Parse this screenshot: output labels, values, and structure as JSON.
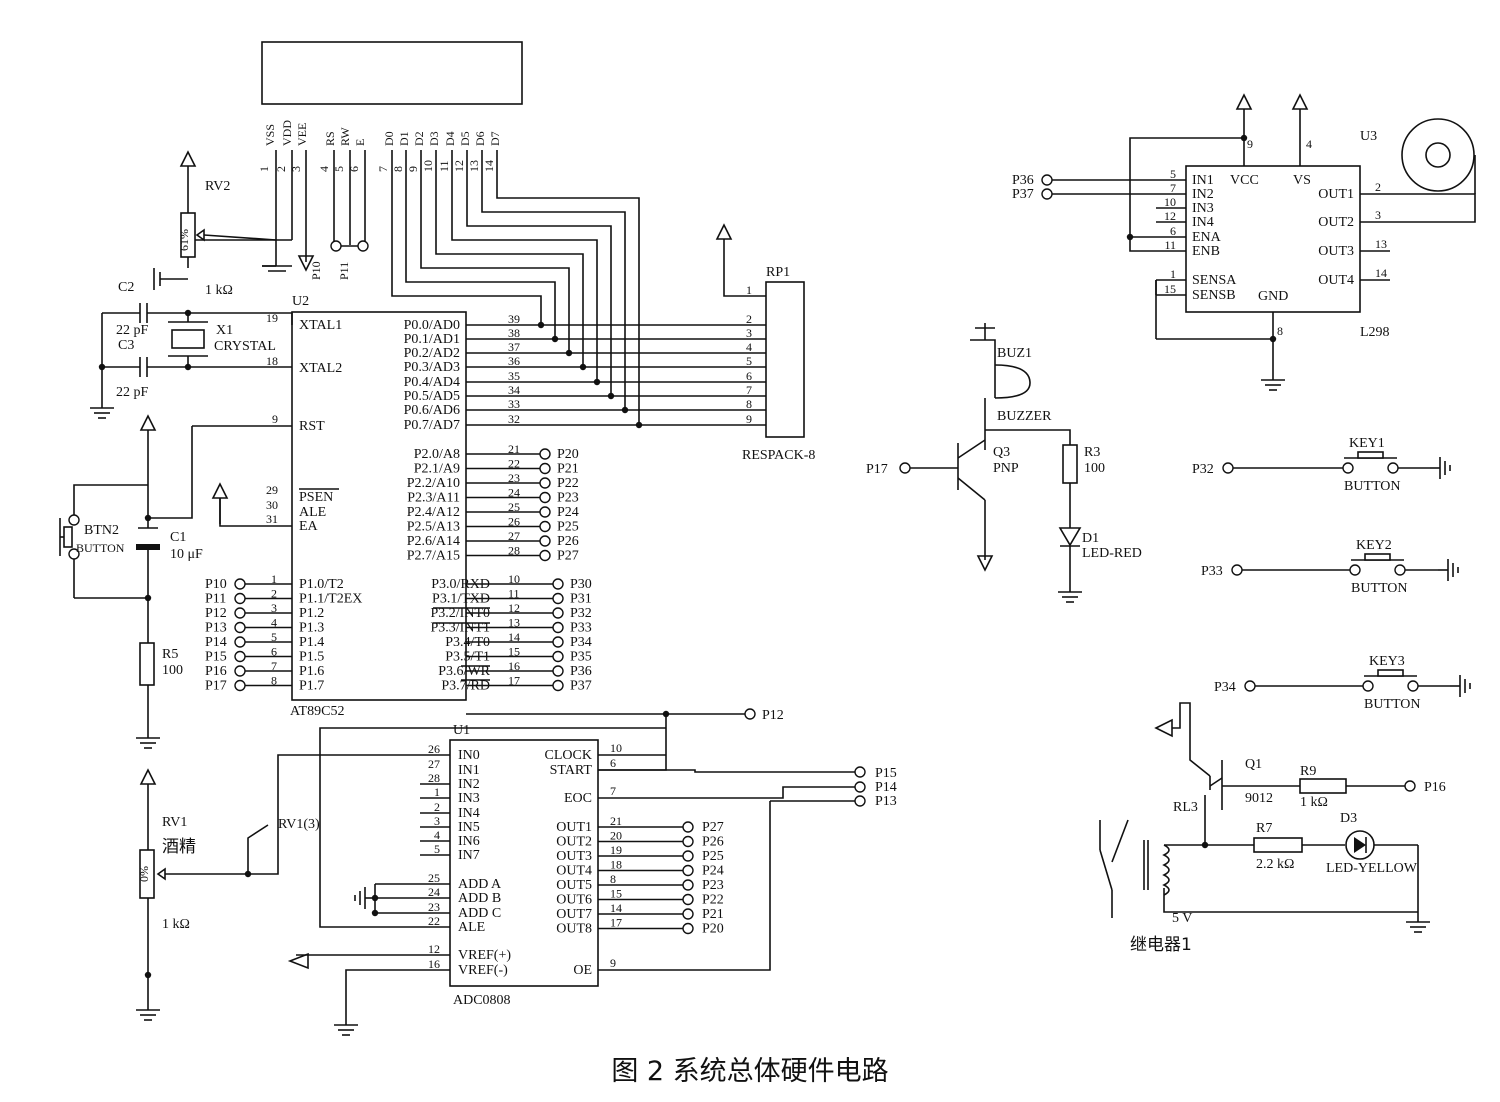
{
  "caption": "图 2    系统总体硬件电路",
  "lcd": {
    "pins_top": [
      "VSS",
      "VDD",
      "VEE",
      "RS",
      "RW",
      "E",
      "D0",
      "D1",
      "D2",
      "D3",
      "D4",
      "D5",
      "D6",
      "D7"
    ],
    "pin_nums": [
      "1",
      "2",
      "3",
      "4",
      "5",
      "6",
      "7",
      "8",
      "9",
      "10",
      "11",
      "12",
      "13",
      "14"
    ]
  },
  "mcu": {
    "ref": "U2",
    "part": "AT89C52",
    "left_pins": [
      {
        "num": "19",
        "name": "XTAL1"
      },
      {
        "num": "18",
        "name": "XTAL2"
      },
      {
        "num": "9",
        "name": "RST"
      },
      {
        "num": "29",
        "name": "PSEN"
      },
      {
        "num": "30",
        "name": "ALE"
      },
      {
        "num": "31",
        "name": "EA"
      }
    ],
    "p1": [
      {
        "net": "P10",
        "num": "1",
        "name": "P1.0/T2"
      },
      {
        "net": "P11",
        "num": "2",
        "name": "P1.1/T2EX"
      },
      {
        "net": "P12",
        "num": "3",
        "name": "P1.2"
      },
      {
        "net": "P13",
        "num": "4",
        "name": "P1.3"
      },
      {
        "net": "P14",
        "num": "5",
        "name": "P1.4"
      },
      {
        "net": "P15",
        "num": "6",
        "name": "P1.5"
      },
      {
        "net": "P16",
        "num": "7",
        "name": "P1.6"
      },
      {
        "net": "P17",
        "num": "8",
        "name": "P1.7"
      }
    ],
    "p0": [
      {
        "num": "39",
        "name": "P0.0/AD0"
      },
      {
        "num": "38",
        "name": "P0.1/AD1"
      },
      {
        "num": "37",
        "name": "P0.2/AD2"
      },
      {
        "num": "36",
        "name": "P0.3/AD3"
      },
      {
        "num": "35",
        "name": "P0.4/AD4"
      },
      {
        "num": "34",
        "name": "P0.5/AD5"
      },
      {
        "num": "33",
        "name": "P0.6/AD6"
      },
      {
        "num": "32",
        "name": "P0.7/AD7"
      }
    ],
    "p2": [
      {
        "num": "21",
        "name": "P2.0/A8",
        "net": "P20"
      },
      {
        "num": "22",
        "name": "P2.1/A9",
        "net": "P21"
      },
      {
        "num": "23",
        "name": "P2.2/A10",
        "net": "P22"
      },
      {
        "num": "24",
        "name": "P2.3/A11",
        "net": "P23"
      },
      {
        "num": "25",
        "name": "P2.4/A12",
        "net": "P24"
      },
      {
        "num": "26",
        "name": "P2.5/A13",
        "net": "P25"
      },
      {
        "num": "27",
        "name": "P2.6/A14",
        "net": "P26"
      },
      {
        "num": "28",
        "name": "P2.7/A15",
        "net": "P27"
      }
    ],
    "p3": [
      {
        "num": "10",
        "name": "P3.0/RXD",
        "net": "P30"
      },
      {
        "num": "11",
        "name": "P3.1/TXD",
        "net": "P31"
      },
      {
        "num": "12",
        "name": "P3.2/INT0",
        "net": "P32"
      },
      {
        "num": "13",
        "name": "P3.3/INT1",
        "net": "P33"
      },
      {
        "num": "14",
        "name": "P3.4/T0",
        "net": "P34"
      },
      {
        "num": "15",
        "name": "P3.5/T1",
        "net": "P35"
      },
      {
        "num": "16",
        "name": "P3.6/WR",
        "net": "P36"
      },
      {
        "num": "17",
        "name": "P3.7/RD",
        "net": "P37"
      }
    ]
  },
  "left_parts": {
    "rv2": "RV2",
    "rv2_val": "1 kΩ",
    "rv2_pct": "61%",
    "c2": "C2",
    "c2_val": "22 pF",
    "c3": "C3",
    "c3_val": "22 pF",
    "x1": "X1",
    "x1_val": "CRYSTAL",
    "btn2": "BTN2",
    "btn2_val": "BUTTON",
    "c1": "C1",
    "c1_val": "10 μF",
    "r5": "R5",
    "r5_val": "100",
    "rv1": "RV1",
    "rv1_val": "酒精",
    "rv1_ohm": "1 kΩ",
    "rv1_pct": "0%",
    "rv1_tap": "RV1(3)"
  },
  "rp1": {
    "ref": "RP1",
    "part": "RESPACK-8",
    "pins": [
      "1",
      "2",
      "3",
      "4",
      "5",
      "6",
      "7",
      "8",
      "9"
    ]
  },
  "adc": {
    "ref": "U1",
    "part": "ADC0808",
    "left": [
      {
        "num": "26",
        "name": "IN0"
      },
      {
        "num": "27",
        "name": "IN1"
      },
      {
        "num": "28",
        "name": "IN2"
      },
      {
        "num": "1",
        "name": "IN3"
      },
      {
        "num": "2",
        "name": "IN4"
      },
      {
        "num": "3",
        "name": "IN5"
      },
      {
        "num": "4",
        "name": "IN6"
      },
      {
        "num": "5",
        "name": "IN7"
      },
      {
        "num": "25",
        "name": "ADD A"
      },
      {
        "num": "24",
        "name": "ADD B"
      },
      {
        "num": "23",
        "name": "ADD C"
      },
      {
        "num": "22",
        "name": "ALE"
      },
      {
        "num": "12",
        "name": "VREF(+)"
      },
      {
        "num": "16",
        "name": "VREF(-)"
      }
    ],
    "right_top": [
      {
        "num": "10",
        "name": "CLOCK"
      },
      {
        "num": "6",
        "name": "START"
      },
      {
        "num": "7",
        "name": "EOC"
      }
    ],
    "outs": [
      {
        "num": "21",
        "name": "OUT1",
        "net": "P27"
      },
      {
        "num": "20",
        "name": "OUT2",
        "net": "P26"
      },
      {
        "num": "19",
        "name": "OUT3",
        "net": "P25"
      },
      {
        "num": "18",
        "name": "OUT4",
        "net": "P24"
      },
      {
        "num": "8",
        "name": "OUT5",
        "net": "P23"
      },
      {
        "num": "15",
        "name": "OUT6",
        "net": "P22"
      },
      {
        "num": "14",
        "name": "OUT7",
        "net": "P21"
      },
      {
        "num": "17",
        "name": "OUT8",
        "net": "P20"
      }
    ],
    "oe": {
      "num": "9",
      "name": "OE"
    },
    "nets": {
      "p12": "P12",
      "p15": "P15",
      "p14": "P14",
      "p13": "P13"
    }
  },
  "driver": {
    "ref": "U3",
    "part": "L298",
    "left": [
      {
        "num": "5",
        "name": "IN1",
        "net": "P36"
      },
      {
        "num": "7",
        "name": "IN2",
        "net": "P37"
      },
      {
        "num": "10",
        "name": "IN3"
      },
      {
        "num": "12",
        "name": "IN4"
      },
      {
        "num": "6",
        "name": "ENA"
      },
      {
        "num": "11",
        "name": "ENB"
      },
      {
        "num": "1",
        "name": "SENSA"
      },
      {
        "num": "15",
        "name": "SENSB"
      }
    ],
    "right": [
      {
        "num": "2",
        "name": "OUT1"
      },
      {
        "num": "3",
        "name": "OUT2"
      },
      {
        "num": "13",
        "name": "OUT3"
      },
      {
        "num": "14",
        "name": "OUT4"
      }
    ],
    "vcc": "VCC",
    "vcc_num": "9",
    "vs": "VS",
    "vs_num": "4",
    "gnd": "GND",
    "gnd_num": "8"
  },
  "buzzer": {
    "ref": "BUZ1",
    "part": "BUZZER",
    "q3": "Q3",
    "q3_val": "PNP",
    "net": "P17",
    "r3": "R3",
    "r3_val": "100",
    "d1": "D1",
    "d1_val": "LED-RED"
  },
  "keys": [
    {
      "ref": "KEY1",
      "part": "BUTTON",
      "net": "P32"
    },
    {
      "ref": "KEY2",
      "part": "BUTTON",
      "net": "P33"
    },
    {
      "ref": "KEY3",
      "part": "BUTTON",
      "net": "P34"
    }
  ],
  "relay": {
    "q1": "Q1",
    "q1_val": "9012",
    "r9": "R9",
    "r9_val": "1 kΩ",
    "net": "P16",
    "rl3": "RL3",
    "r7": "R7",
    "r7_val": "2.2 kΩ",
    "d3": "D3",
    "d3_val": "LED-YELLOW",
    "volt": "5 V",
    "name": "继电器1"
  }
}
